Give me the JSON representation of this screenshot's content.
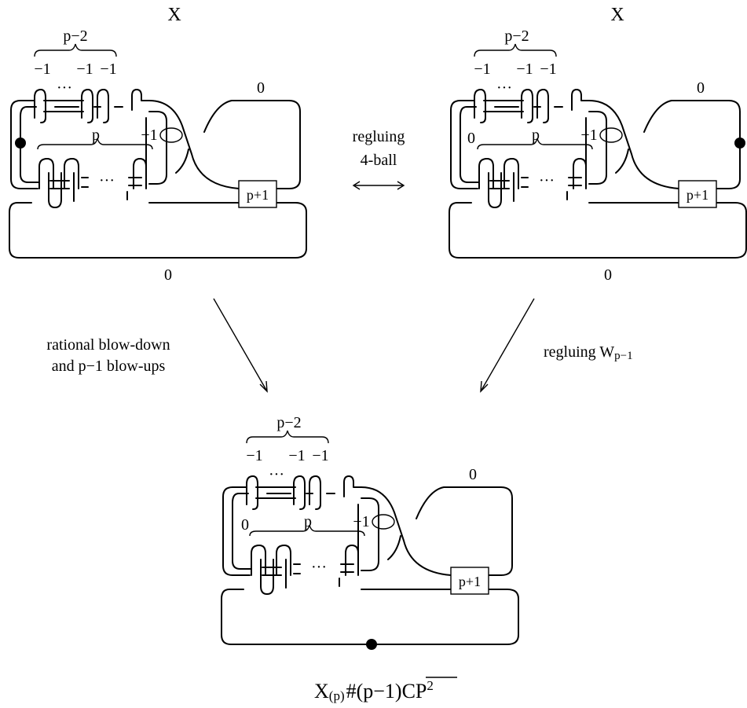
{
  "diagrams": [
    {
      "id": "top-left",
      "title": "X",
      "brace_top": "p−2",
      "top_coeffs": [
        "−1",
        "−1",
        "−1"
      ],
      "dots_top": "···",
      "framing_right": "0",
      "small_coeff": "−1",
      "brace_mid": "p",
      "dots_mid": "···",
      "box_label": "p+1",
      "bottom_framing": "0",
      "inner_label": ""
    },
    {
      "id": "top-right",
      "title": "X",
      "brace_top": "p−2",
      "top_coeffs": [
        "−1",
        "−1",
        "−1"
      ],
      "dots_top": "···",
      "framing_right": "0",
      "small_coeff": "−1",
      "brace_mid": "p",
      "dots_mid": "···",
      "box_label": "p+1",
      "bottom_framing": "0",
      "inner_label": "0"
    },
    {
      "id": "bottom",
      "title": "",
      "brace_top": "p−2",
      "top_coeffs": [
        "−1",
        "−1",
        "−1"
      ],
      "dots_top": "···",
      "framing_right": "0",
      "small_coeff": "−1",
      "brace_mid": "p",
      "dots_mid": "···",
      "box_label": "p+1",
      "bottom_framing": "",
      "inner_label": "0"
    }
  ],
  "arrows": {
    "horizontal": {
      "line1": "regluing",
      "line2": "4-ball"
    },
    "left": {
      "line1": "rational blow-down",
      "line2": "and p−1 blow-ups"
    },
    "right": {
      "main": "regluing W",
      "sub": "p−1"
    }
  },
  "result": {
    "x": "X",
    "sub": "(p)",
    "hash": "#",
    "mult": "(p−1)",
    "cp": "CP",
    "sup": "2"
  }
}
